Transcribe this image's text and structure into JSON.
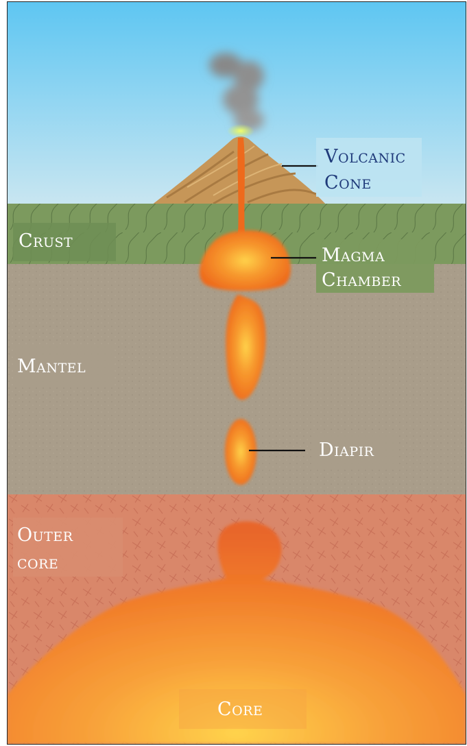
{
  "labels": {
    "volcanic_cone": {
      "line1": "Volcanic",
      "line2": "Cone"
    },
    "crust": "Crust",
    "magma_chamber": {
      "line1": "Magma",
      "line2": "Chamber"
    },
    "mantel": "Mantel",
    "diapir": "Diapir",
    "outer_core": {
      "line1": "Outer",
      "line2": "core"
    },
    "core": "Core"
  },
  "colors": {
    "sky_top": "#5ec6f2",
    "sky_bottom": "#c9e6f1",
    "crust": "#7c9a5e",
    "mantle": "#a99d8a",
    "outer_core": "#d9876a",
    "magma": "#f07020",
    "magma_light": "#ffd24a",
    "cone": "#c69658",
    "label_text_dark": "#1f3a7a",
    "label_text_light": "#ffffff"
  }
}
